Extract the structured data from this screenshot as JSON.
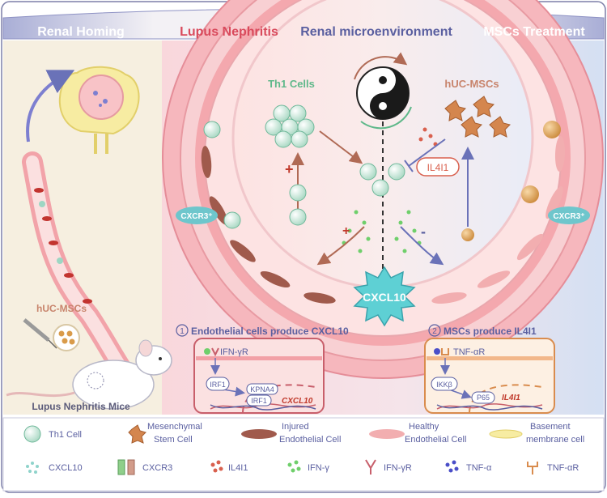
{
  "header": {
    "sections": [
      {
        "label": "Renal Homing",
        "color": "#ffffff"
      },
      {
        "label": "Lupus Nephritis",
        "color": "#d94a5c"
      },
      {
        "label": "Renal microenvironment",
        "color": "#5a5fa0"
      },
      {
        "label": "MSCs Treatment",
        "color": "#ffffff"
      }
    ]
  },
  "left_panel": {
    "injection_label": "hUC-MSCs",
    "mouse_label": "Lupus Nephritis Mice"
  },
  "main": {
    "th1_label": "Th1 Cells",
    "msc_label": "hUC-MSCs",
    "il4i1_badge": "IL4I1",
    "plus_signs": [
      "+",
      "+"
    ],
    "minus_sign": "-",
    "cxcr3_left": "CXCR3⁺",
    "cxcr3_right": "CXCR3⁺",
    "cxcl10_burst": "CXCL10"
  },
  "mechanisms": {
    "left_title": "Endothelial cells produce CXCL10",
    "left_number": "1",
    "right_title": "MSCs produce IL4I1",
    "right_number": "2",
    "left_box": {
      "receptor": "IFN-γR",
      "irf1_top": "IRF1",
      "kpna4": "KPNA4",
      "irf1_bottom": "IRF1",
      "gene": "CXCL10"
    },
    "right_box": {
      "receptor": "TNF-αR",
      "ikk": "IKKβ",
      "p65": "P65",
      "gene": "IL4I1"
    }
  },
  "legend": {
    "row1": [
      {
        "icon": "th1-cell-icon",
        "label": "Th1 Cell"
      },
      {
        "icon": "msc-icon",
        "label": "Mesenchymal\nStem Cell"
      },
      {
        "icon": "injured-endothelial-icon",
        "label": "Injured\nEndothelial Cell"
      },
      {
        "icon": "healthy-endothelial-icon",
        "label": "Healthy\nEndothelial Cell"
      },
      {
        "icon": "basement-membrane-icon",
        "label": "Basement\nmembrane cell"
      }
    ],
    "row2": [
      {
        "icon": "cxcl10-icon",
        "label": "CXCL10"
      },
      {
        "icon": "cxcr3-icon",
        "label": "CXCR3"
      },
      {
        "icon": "il4i1-icon",
        "label": "IL4I1"
      },
      {
        "icon": "ifn-gamma-icon",
        "label": "IFN-γ"
      },
      {
        "icon": "ifn-gamma-r-icon",
        "label": "IFN-γR"
      },
      {
        "icon": "tnf-alpha-icon",
        "label": "TNF-α"
      },
      {
        "icon": "tnf-alpha-r-icon",
        "label": "TNF-αR"
      }
    ]
  },
  "colors": {
    "header_band": "#b9bde0",
    "left_panel": "#f6efe0",
    "renal_pink": "#f9d9dd",
    "renal_blue": "#d8e2f3",
    "vessel_outer": "#f09aa3",
    "vessel_inner": "#f7c3c8",
    "th1_green": "#cfe9dc",
    "msc_orange": "#d4864e",
    "cxcl10_teal": "#8fd3cb",
    "ifn_green": "#6fcf6b",
    "il4i1_red": "#d9604e",
    "tnf_blue": "#4a4ec8"
  }
}
